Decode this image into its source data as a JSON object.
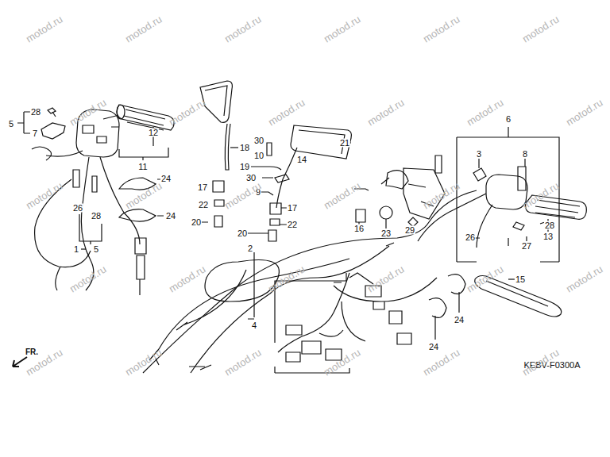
{
  "diagram": {
    "labels": [
      "28",
      "5",
      "7",
      "12",
      "11",
      "18",
      "24",
      "26",
      "28",
      "24",
      "1",
      "5",
      "17",
      "22",
      "20",
      "19",
      "30",
      "30",
      "10",
      "14",
      "21",
      "9",
      "17",
      "22",
      "20",
      "16",
      "23",
      "29",
      "2",
      "4",
      "6",
      "3",
      "8",
      "26",
      "28",
      "13",
      "27",
      "15",
      "24",
      "24",
      "FR.",
      "KEBV-F0300A",
      "motod.ru",
      "motod.ru",
      "motod.ru",
      "motod.ru",
      "motod.ru",
      "motod.ru",
      "motod.ru",
      "motod.ru",
      "motod.ru",
      "motod.ru",
      "motod.ru",
      "motod.ru",
      "motod.ru",
      "motod.ru",
      "motod.ru",
      "motod.ru",
      "motod.ru",
      "motod.ru",
      "motod.ru",
      "motod.ru",
      "motod.ru",
      "motod.ru",
      "motod.ru",
      "motod.ru",
      "motod.ru",
      "motod.ru",
      "motod.ru",
      "motod.ru",
      "motod.ru",
      "motod.ru"
    ]
  }
}
